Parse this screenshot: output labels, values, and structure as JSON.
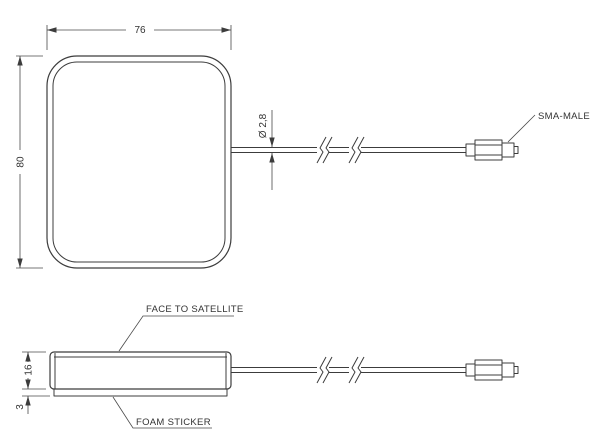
{
  "drawing": {
    "line_color": "#3c3c3c",
    "background": "#ffffff",
    "top_view": {
      "dim_width": "76",
      "dim_height": "80",
      "dim_cable_diameter": "Ø 2,8",
      "connector_label": "SMA-MALE"
    },
    "side_view": {
      "dim_height": "16",
      "dim_foam_thickness": "3",
      "face_label": "FACE TO SATELLITE",
      "foam_label": "FOAM STICKER"
    }
  }
}
